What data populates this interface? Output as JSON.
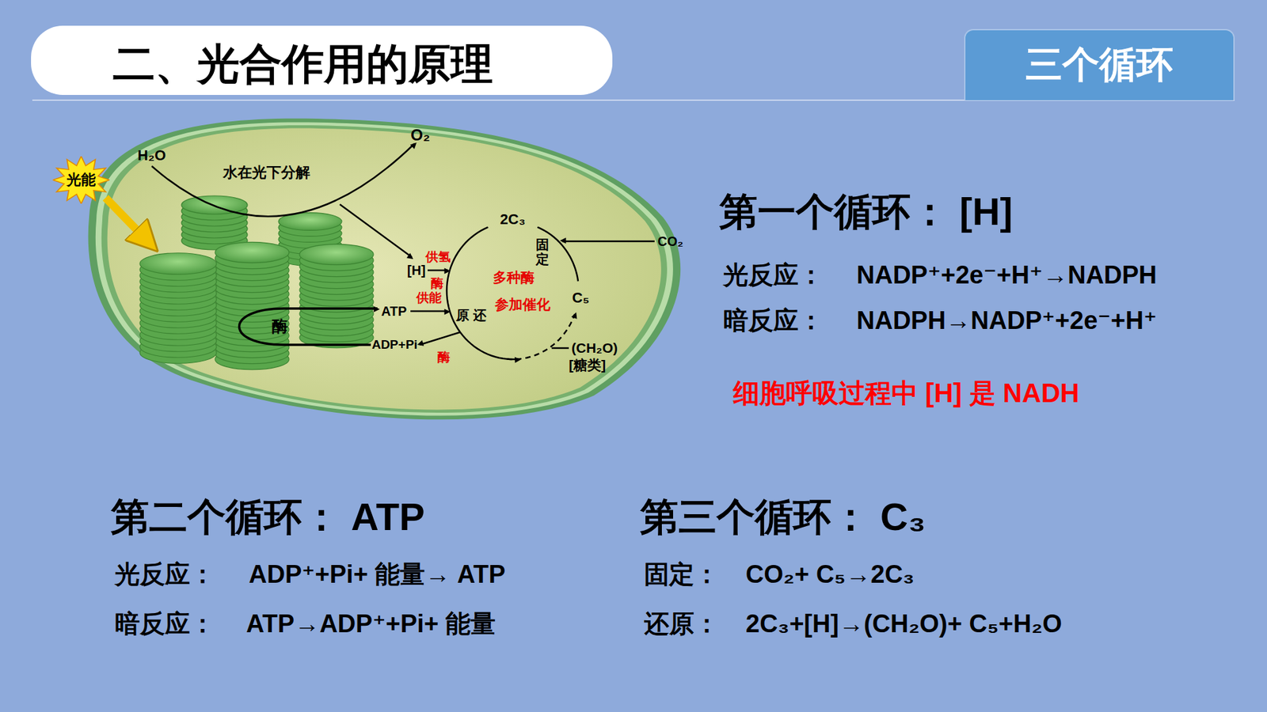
{
  "diagram": {
    "title": "二、光合作用的原理",
    "nodes": [
      {
        "text": [
          "三个循环"
        ]
      },
      {
        "text": [
          "光能"
        ]
      }
    ],
    "labels": [
      "H₂O",
      "O₂",
      "水在光下分解",
      "2C₃",
      "固定",
      "CO₂",
      "供氢",
      "[H]",
      "酶",
      "多种酶",
      "C₅",
      "ATP",
      "供能",
      "参加催化",
      "原 还",
      "酶",
      "ADP+Pi",
      "酶",
      "(CH₂O)",
      "[糖类]",
      "第一个循环： [H]",
      "光反应：",
      "NADP⁺+2e⁻+H⁺→NADPH",
      "暗反应：",
      "NADPH→NADP⁺+2e⁻+H⁺",
      "细胞呼吸过程中 [H] 是 NADH",
      "第二个循环： ATP",
      "光反应：",
      "ADP⁺+Pi+ 能量→ ATP",
      "暗反应：",
      "ATP→ADP⁺+Pi+ 能量",
      "第三个循环： C₃",
      "固定：",
      "CO₂+ C₅→2C₃",
      "还原：",
      "2C₃+[H]→(CH₂O)+ C₅+H₂O"
    ]
  }
}
